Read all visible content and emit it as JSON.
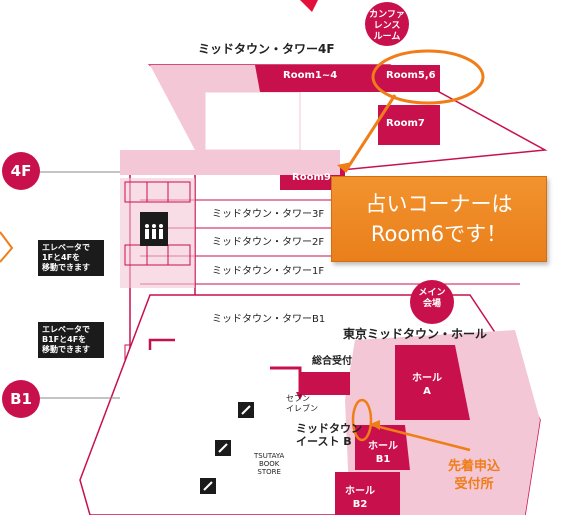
{
  "tower_labels": {
    "f4": "ミッドタウン・タワー4F",
    "f3": "ミッドタウン・タワー3F",
    "f2": "ミッドタウン・タワー2F",
    "f1": "ミッドタウン・タワー1F",
    "b1": "ミッドタウン・タワーB1"
  },
  "rooms": {
    "room1_4": "Room1~4",
    "room5_6": "Room5,6",
    "room7": "Room7",
    "room9": "Room9"
  },
  "floor_badges": {
    "f4": "4F",
    "b1": "B1"
  },
  "conference_bubble": [
    "カンファ",
    "レンス",
    "ルーム"
  ],
  "main_venue_bubble": [
    "メイン",
    "会場"
  ],
  "elevator_note_upper": [
    "エレベータで",
    "1Fと4Fを",
    "移動できます"
  ],
  "elevator_note_lower": [
    "エレベータで",
    "B1Fと4Fを",
    "移動できます"
  ],
  "hall_title": "東京ミッドタウン・ホール",
  "reception": "総合受付",
  "seven_eleven": [
    "セブン",
    "イレブン"
  ],
  "midtown_east": [
    "ミッドタウン",
    "イースト B"
  ],
  "tsutaya": [
    "TSUTAYA",
    "BOOK",
    "STORE"
  ],
  "halls": {
    "a": [
      "ホール",
      "A"
    ],
    "b1": [
      "ホール",
      "B1"
    ],
    "b2": [
      "ホール",
      "B2"
    ]
  },
  "callout": [
    "占いコーナーは",
    "Room6です！"
  ],
  "first_come": [
    "先着申込",
    "受付所"
  ],
  "colors": {
    "magenta": "#c8104d",
    "pink_light": "#f4c7d6",
    "pink_mid": "#ec8fae",
    "orange": "#ef7d18",
    "callout_orange": "#f08a26"
  }
}
